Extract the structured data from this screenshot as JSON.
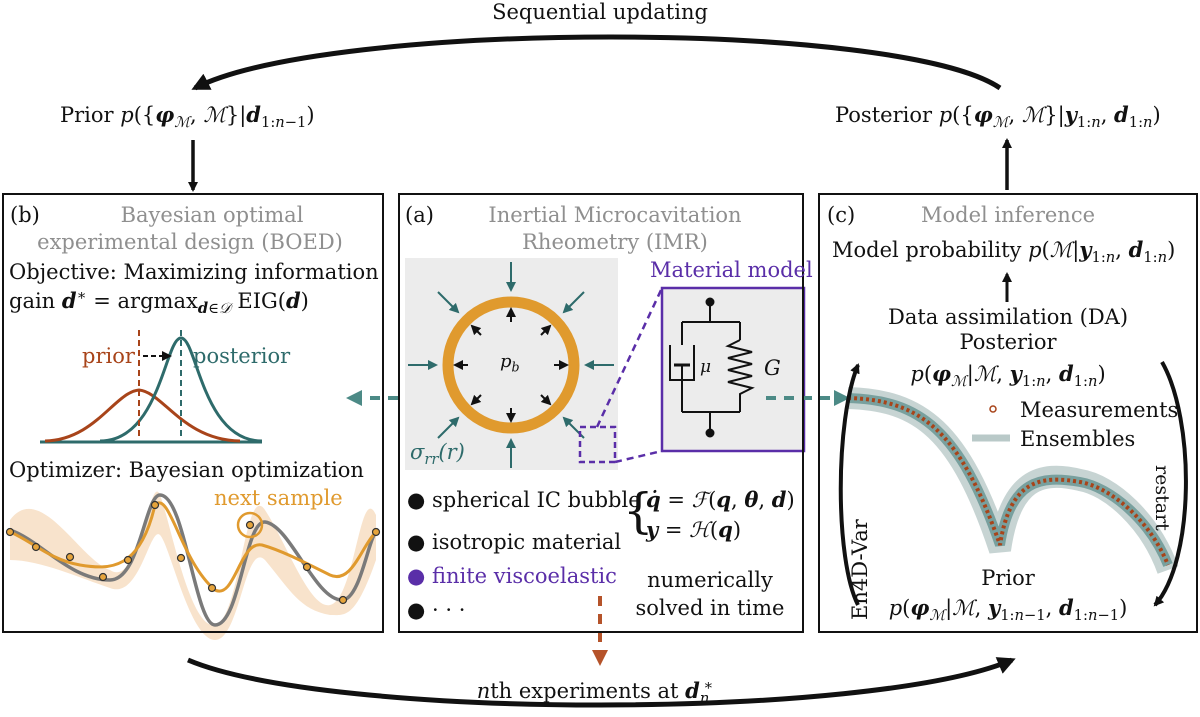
{
  "top": {
    "sequential_updating": "Sequential updating",
    "prior_label": "Prior",
    "posterior_label": "Posterior"
  },
  "bottom": {
    "experiments_label": "nth experiments at d*n"
  },
  "panel_b": {
    "tag": "(b)",
    "title_line1": "Bayesian optimal",
    "title_line2": "experimental design (BOED)",
    "objective_line1": "Objective: Maximizing information",
    "objective_gain": "gain",
    "prior": "prior",
    "posterior": "posterior",
    "optimizer": "Optimizer: Bayesian optimization",
    "next_sample": "next sample"
  },
  "panel_a": {
    "tag": "(a)",
    "title_line1": "Inertial Microcavitation",
    "title_line2": "Rheometry (IMR)",
    "material_model": "Material model",
    "pb": "p",
    "sigma": "σ",
    "mu": "μ",
    "G": "G",
    "bullets": [
      "spherical IC bubble",
      "isotropic material",
      "finite viscoelastic",
      "· · ·"
    ],
    "numerically_1": "numerically",
    "numerically_2": "solved in time"
  },
  "panel_c": {
    "tag": "(c)",
    "title": "Model inference",
    "model_probability": "Model probability",
    "data_assimilation": "Data assimilation (DA)",
    "posterior": "Posterior",
    "measurements": "Measurements",
    "ensembles": "Ensembles",
    "en4dvar": "En4D-Var",
    "restart": "restart",
    "prior": "Prior"
  },
  "colors": {
    "teal": "#2e6b6b",
    "orange_ring": "#e09a2e",
    "brown": "#a8441a",
    "purple": "#5a2ea8",
    "gray_box": "#ececec"
  }
}
